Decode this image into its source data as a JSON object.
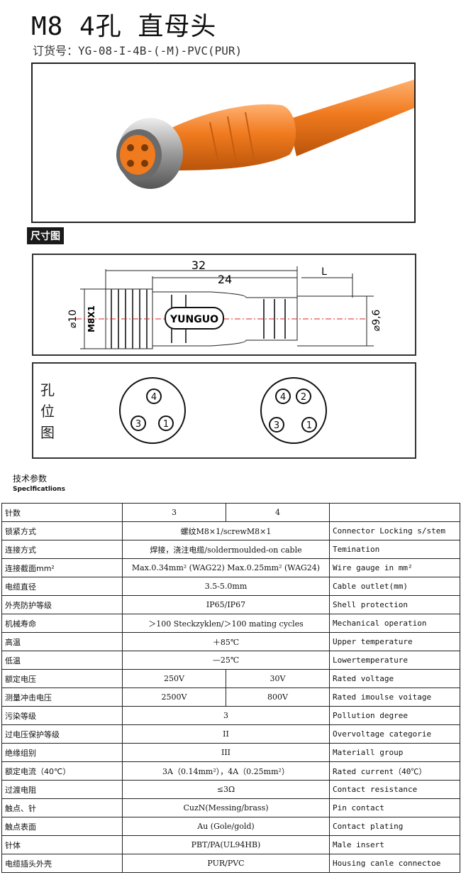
{
  "header": {
    "title": "M8 4孔 直母头",
    "order_no": "订货号：YG-08-I-4B-(-M)-PVC(PUR)"
  },
  "dimension_section": {
    "tag": "尺寸图",
    "brand": "YUNGUO",
    "dim_32": "32",
    "dim_24": "24",
    "dim_L": "L",
    "dim_d10": "⌀10",
    "dim_m8": "M8X1",
    "dim_d96": "⌀9,6"
  },
  "hole_section": {
    "label_1": "孔",
    "label_2": "位",
    "label_3": "图",
    "left": {
      "p4": "4",
      "p3": "3",
      "p1": "1"
    },
    "right": {
      "p4": "4",
      "p2": "2",
      "p3": "3",
      "p1": "1"
    }
  },
  "specs": {
    "title_cn": "技术参数",
    "title_en": "Speclficatlions",
    "rows": [
      {
        "cn": "针数",
        "v1": "3",
        "v2": "4",
        "en": ""
      },
      {
        "cn": "锁紧方式",
        "v": "螺纹M8×1/screwM8×1",
        "en": "Connector Locking s/stem"
      },
      {
        "cn": "连接方式",
        "v": "焊接，浇注电缆/soldermoulded-on cable",
        "en": "Temination"
      },
      {
        "cn": "连接截面mm²",
        "v": "Max.0.34mm² (WAG22)    Max.0.25mm² (WAG24)",
        "en": "Wire gauge in mm²"
      },
      {
        "cn": "电缆直径",
        "v": "3.5-5.0mm",
        "en": "Cable outlet(mm)"
      },
      {
        "cn": "外壳防护等级",
        "v": "IP65/IP67",
        "en": "Shell protection"
      },
      {
        "cn": "机械寿命",
        "v": "＞100 Steckzyklen/＞100 mating cycles",
        "en": "Mechanical operation"
      },
      {
        "cn": "高温",
        "v": "＋85℃",
        "en": "Upper temperature"
      },
      {
        "cn": "低温",
        "v": "—25℃",
        "en": "Lowertemperature"
      },
      {
        "cn": "额定电压",
        "v1": "250V",
        "v2": "30V",
        "en": "Rated voltage"
      },
      {
        "cn": "测量冲击电压",
        "v1": "2500V",
        "v2": "800V",
        "en": "Rated imoulse voitage"
      },
      {
        "cn": "污染等级",
        "v": "3",
        "en": "Pollution degree"
      },
      {
        "cn": "过电压保护等级",
        "v": "II",
        "en": "Overvoltage categorie"
      },
      {
        "cn": "绝缘组别",
        "v": "III",
        "en": "Materiall group"
      },
      {
        "cn": "额定电流（40℃）",
        "v": "3A（0.14mm²），4A（0.25mm²）",
        "en": "Rated current（40℃）"
      },
      {
        "cn": "过渡电阻",
        "v": "≤3Ω",
        "en": "Contact resistance"
      },
      {
        "cn": "触点、针",
        "v": "CuzN(Messing/brass)",
        "en": "Pin contact"
      },
      {
        "cn": "触点表面",
        "v": "Au (Gole/gold)",
        "en": "Contact plating"
      },
      {
        "cn": "针体",
        "v": "PBT/PA(UL94HB)",
        "en": "Male insert"
      },
      {
        "cn": "电缆插头外壳",
        "v": "PUR/PVC",
        "en": "Housing canle connectoe"
      }
    ]
  },
  "colors": {
    "cable": "#f07a1e",
    "metal": "#b9b9b9",
    "border": "#222222"
  }
}
